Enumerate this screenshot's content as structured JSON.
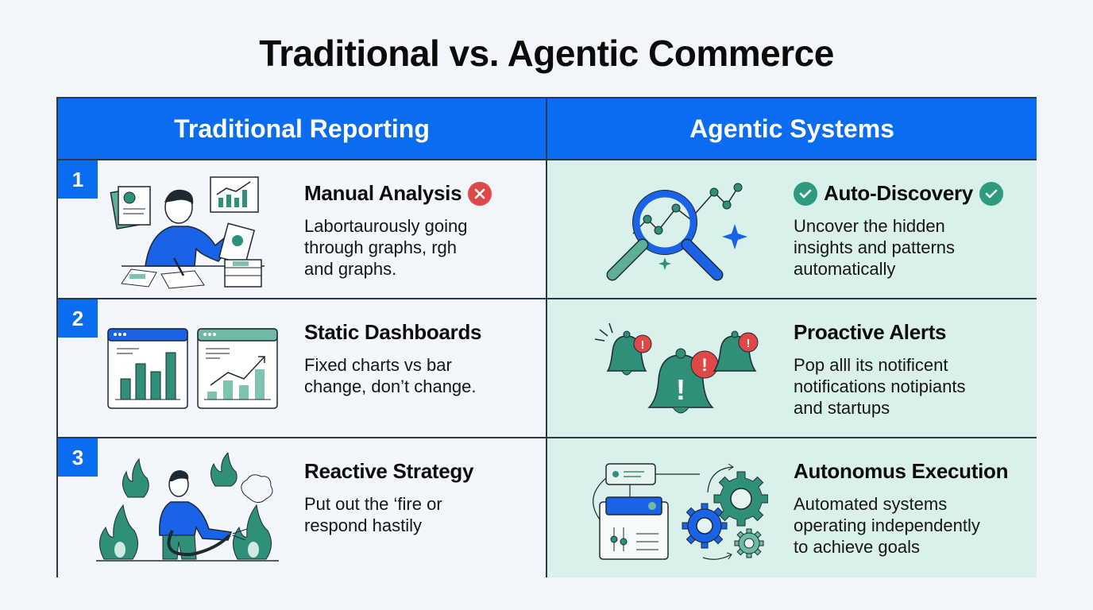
{
  "title": "Traditional vs. Agentic Commerce",
  "columns": {
    "left": {
      "label": "Traditional Reporting"
    },
    "right": {
      "label": "Agentic Systems"
    }
  },
  "rows": [
    {
      "number": "1",
      "traditional": {
        "heading": "Manual Analysis",
        "status_icon": "x-circle-icon",
        "description": "Labortaurously going\nthrough graphs, rɡh\nand graphs.",
        "illustration": "person-analyzing-documents"
      },
      "agentic": {
        "heading": "Auto-Discovery",
        "status_icon": "check-circle-icon",
        "description": "Uncover the hidden\ninsights and patterns\nautomatically",
        "illustration": "magnifier-over-line-chart"
      }
    },
    {
      "number": "2",
      "traditional": {
        "heading": "Static Dashboards",
        "description": "Fixed charts vs bar\nchange, don’t change.",
        "illustration": "two-dashboard-windows"
      },
      "agentic": {
        "heading": "Proactive Alerts",
        "description": "Pop alll its notificent\nnotifications notipiants\nand startups",
        "illustration": "alert-bells"
      }
    },
    {
      "number": "3",
      "traditional": {
        "heading": "Reactive Strategy",
        "description": "Put out the ‘fire or\nrespond hastily",
        "illustration": "person-fighting-fires"
      },
      "agentic": {
        "heading": "Autonomus Execution",
        "description": "Automated systems\noperating independently\nto achieve goals",
        "illustration": "workflow-gears"
      }
    }
  ],
  "colors": {
    "header_blue": "#0a6cf0",
    "teal": "#2f8f78",
    "light_teal_bg": "#d9f0eb",
    "left_bg": "#f3f6fb",
    "alert_red": "#e04848"
  }
}
